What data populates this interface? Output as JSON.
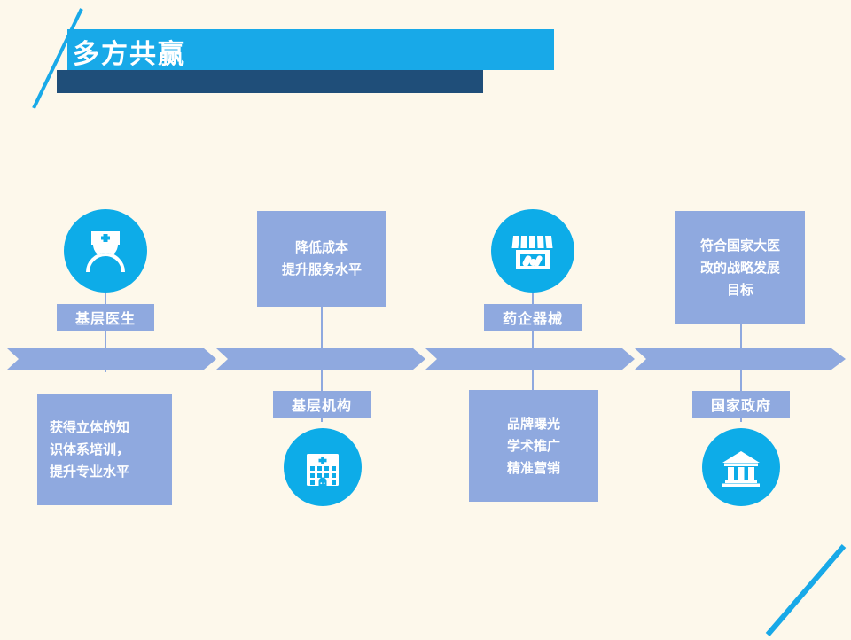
{
  "slide": {
    "background_color": "#FDF8EB",
    "title": "多方共赢",
    "accent_cyan": "#0DACE8",
    "accent_dark_blue": "#1F4E79",
    "accent_lavender": "#8FA9DF"
  },
  "arrow_bar": {
    "segments": 4,
    "color": "#8FA9DF"
  },
  "groups": [
    {
      "id": "grassroots-doctor",
      "label": "基层医生",
      "icon": "doctor-nurse-icon",
      "icon_position": "above",
      "description": "获得立体的知\n识体系培训，\n提升专业水平",
      "description_position": "below",
      "description_align": "left"
    },
    {
      "id": "grassroots-institution",
      "label": "基层机构",
      "icon": "hospital-building-icon",
      "icon_position": "below",
      "description": "降低成本\n提升服务水平",
      "description_position": "above",
      "description_align": "center"
    },
    {
      "id": "pharma-device",
      "label": "药企器械",
      "icon": "pharmacy-store-icon",
      "icon_position": "above",
      "description": "品牌曝光\n学术推广\n精准营销",
      "description_position": "below",
      "description_align": "center"
    },
    {
      "id": "national-government",
      "label": "国家政府",
      "icon": "government-building-icon",
      "icon_position": "below",
      "description": "符合国家大医\n改的战略发展\n目标",
      "description_position": "above",
      "description_align": "center"
    }
  ]
}
